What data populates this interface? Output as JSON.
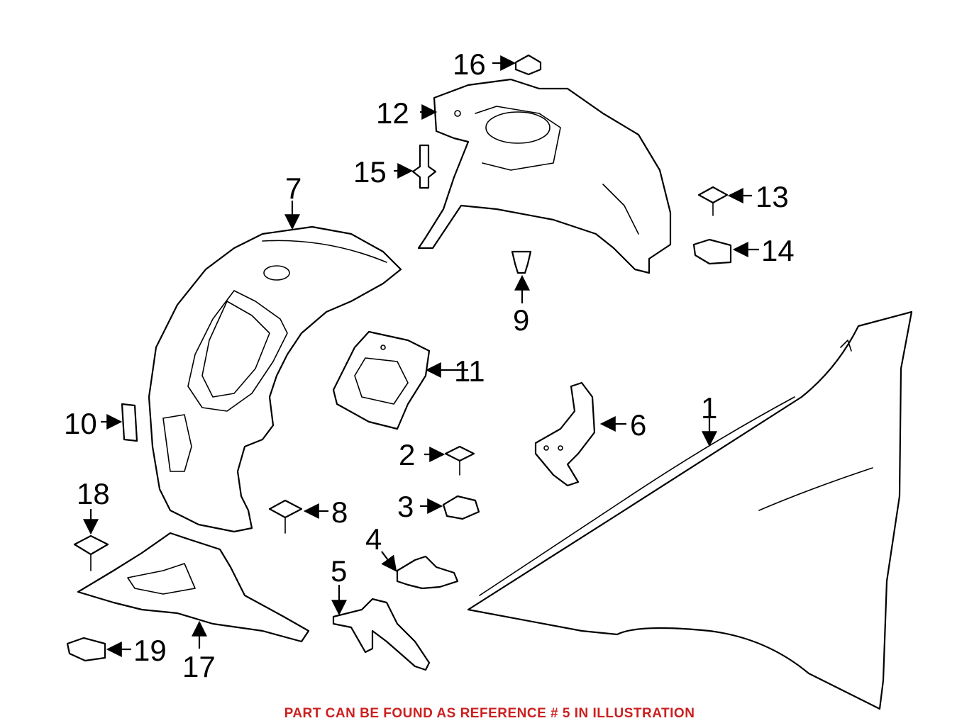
{
  "callouts": [
    {
      "label": "1"
    },
    {
      "label": "2"
    },
    {
      "label": "3"
    },
    {
      "label": "4"
    },
    {
      "label": "5"
    },
    {
      "label": "6"
    },
    {
      "label": "7"
    },
    {
      "label": "8"
    },
    {
      "label": "9"
    },
    {
      "label": "10"
    },
    {
      "label": "11"
    },
    {
      "label": "12"
    },
    {
      "label": "13"
    },
    {
      "label": "14"
    },
    {
      "label": "15"
    },
    {
      "label": "16"
    },
    {
      "label": "17"
    },
    {
      "label": "18"
    },
    {
      "label": "19"
    }
  ],
  "caption": {
    "text": "PART CAN BE FOUND AS REFERENCE # 5 IN ILLUSTRATION",
    "color": "#cc1f1f"
  },
  "colors": {
    "line": "#000000",
    "background": "#ffffff"
  }
}
